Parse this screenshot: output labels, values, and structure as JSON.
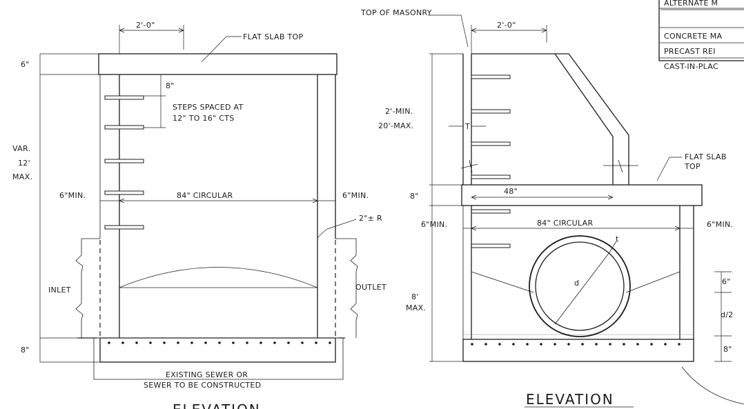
{
  "left_view": {
    "dim_top_width": "2'-0\"",
    "flat_slab_top": "FLAT SLAB TOP",
    "dim_slab_thickness": "6\"",
    "dim_step_top": "8\"",
    "steps_note_1": "STEPS SPACED AT",
    "steps_note_2": "12\" TO 16\" CTS",
    "height_1": "VAR.",
    "height_2": "12'",
    "height_3": "MAX.",
    "wall_min_left": "6\"MIN.",
    "circular": "84\" CIRCULAR",
    "wall_min_right": "6\"MIN.",
    "radius": "2\"± R",
    "inlet": "INLET",
    "outlet": "OUTLET",
    "dim_base": "8\"",
    "sewer_note_1": "EXISTING SEWER OR",
    "sewer_note_2": "SEWER TO BE CONSTRUCTED",
    "title": "ELEVATION"
  },
  "right_view": {
    "top_of_masonry": "TOP OF MASONRY",
    "dim_top_width": "2'-0\"",
    "height_min": "2'-MIN.",
    "height_max": "20'-MAX.",
    "wall_t": "T",
    "flat_slab_1": "FLAT SLAB",
    "flat_slab_2": "TOP",
    "dim_slab": "8\"",
    "dim_48": "48\"",
    "wall_min_left": "6\"MIN.",
    "circular": "84\" CIRCULAR",
    "wall_min_right": "6\"MIN.",
    "pipe_t": "t",
    "pipe_d": "d",
    "dim_6": "6\"",
    "dim_d2": "d/2",
    "dim_8": "8\"",
    "height_8_1": "8'",
    "height_8_2": "MAX.",
    "title": "ELEVATION"
  },
  "table": {
    "rows": [
      "ALTERNATE M",
      "CONCRETE MA",
      "PRECAST REI",
      "CAST-IN-PLAC"
    ]
  }
}
